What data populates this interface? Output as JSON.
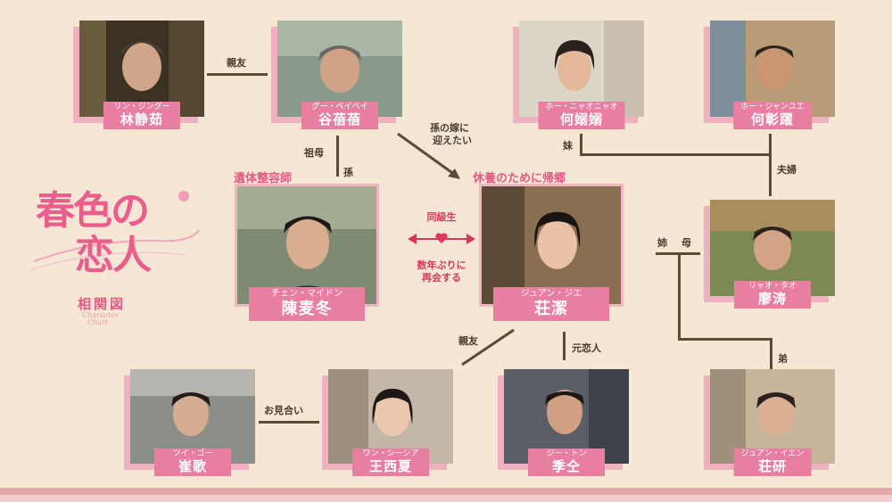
{
  "logo": {
    "line1": "春色の",
    "line2": "恋人",
    "heading": "相関図",
    "sub1": "Character",
    "sub2": "Chart"
  },
  "characters": {
    "lin": {
      "kana": "リン・ジングー",
      "name": "林静茹"
    },
    "gu": {
      "kana": "グー・ベイベイ",
      "name": "谷蓓蓓"
    },
    "he_n": {
      "kana": "ホー・ニャオニャオ",
      "name": "何嫋嫋"
    },
    "he_j": {
      "kana": "ホー・ジャンユエ",
      "name": "何彰躍"
    },
    "chen": {
      "kana": "チェン・マイドン",
      "name": "陳麦冬"
    },
    "zhuang": {
      "kana": "ジュアン・ジエ",
      "name": "荘潔"
    },
    "liao": {
      "kana": "リャオ・タオ",
      "name": "廖涛"
    },
    "cui": {
      "kana": "ツイ・ゴー",
      "name": "崔歌"
    },
    "wang": {
      "kana": "ワン・シーシア",
      "name": "王西夏"
    },
    "ji": {
      "kana": "ジー・トン",
      "name": "季仝"
    },
    "zy": {
      "kana": "ジュアン・イエン",
      "name": "荘研"
    }
  },
  "roles": {
    "chen": "遺体整容師",
    "zhuang": "休養のために帰郷"
  },
  "relations": {
    "shinyu_top": "親友",
    "grandmother": "祖母",
    "grandson": "孫",
    "bride_1": "孫の嫁に",
    "bride_2": "迎えたい",
    "classmate": "同級生",
    "reunion_1": "数年ぶりに",
    "reunion_2": "再会する",
    "sister_top": "妹",
    "couple": "夫婦",
    "elder_sister": "姉",
    "mother": "母",
    "shinyu_bottom": "親友",
    "ex_lover": "元恋人",
    "omiai": "お見合い",
    "younger_brother": "弟"
  },
  "colors": {
    "accent": "#e87fa0",
    "line": "#5d4a35",
    "background": "#f5e7d3"
  }
}
